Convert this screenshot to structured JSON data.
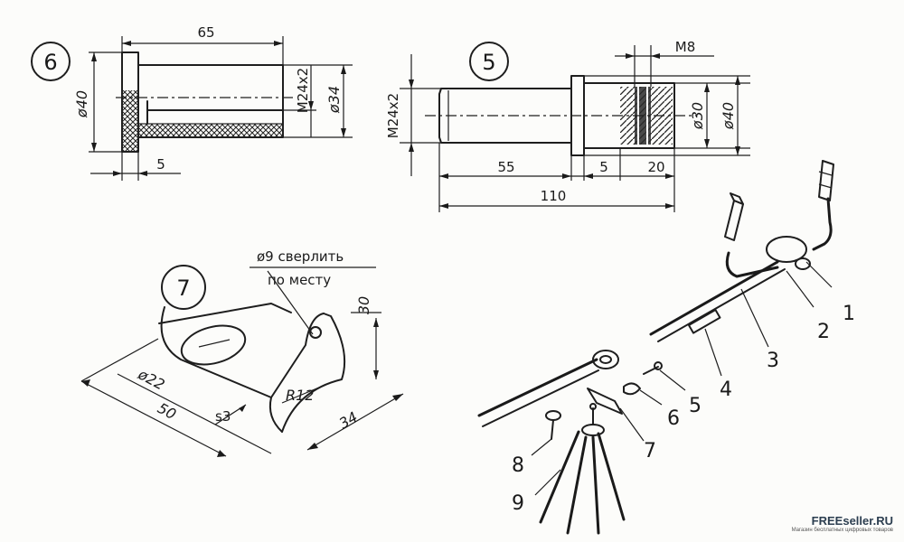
{
  "views": {
    "part6": {
      "number": "6",
      "length": "65",
      "diameter_outer": "ø40",
      "diameter_inner": "ø34",
      "thread": "M24x2",
      "flange": "5"
    },
    "part5": {
      "number": "5",
      "thread_top": "M8",
      "thread_shank": "M24x2",
      "shank_length": "55",
      "flange": "5",
      "hub_length": "20",
      "total_length": "110",
      "diameter_30": "ø30",
      "diameter_40": "ø40"
    },
    "part7": {
      "number": "7",
      "note_line1": "ø9 сверлить",
      "note_line2": "по месту",
      "hole_diameter": "ø22",
      "length": "50",
      "thickness": "s3",
      "radius": "R12",
      "width": "34",
      "height": "30"
    }
  },
  "assembly_callouts": [
    "1",
    "2",
    "3",
    "4",
    "5",
    "6",
    "7",
    "8",
    "9"
  ],
  "watermark": {
    "brand_a": "FREEseller",
    "brand_b": ".RU",
    "tagline": "Магазин бесплатных цифровых товаров"
  },
  "colors": {
    "ink": "#1e1e1e",
    "paper": "#fcfcfa",
    "brand_red": "#c0392b"
  }
}
